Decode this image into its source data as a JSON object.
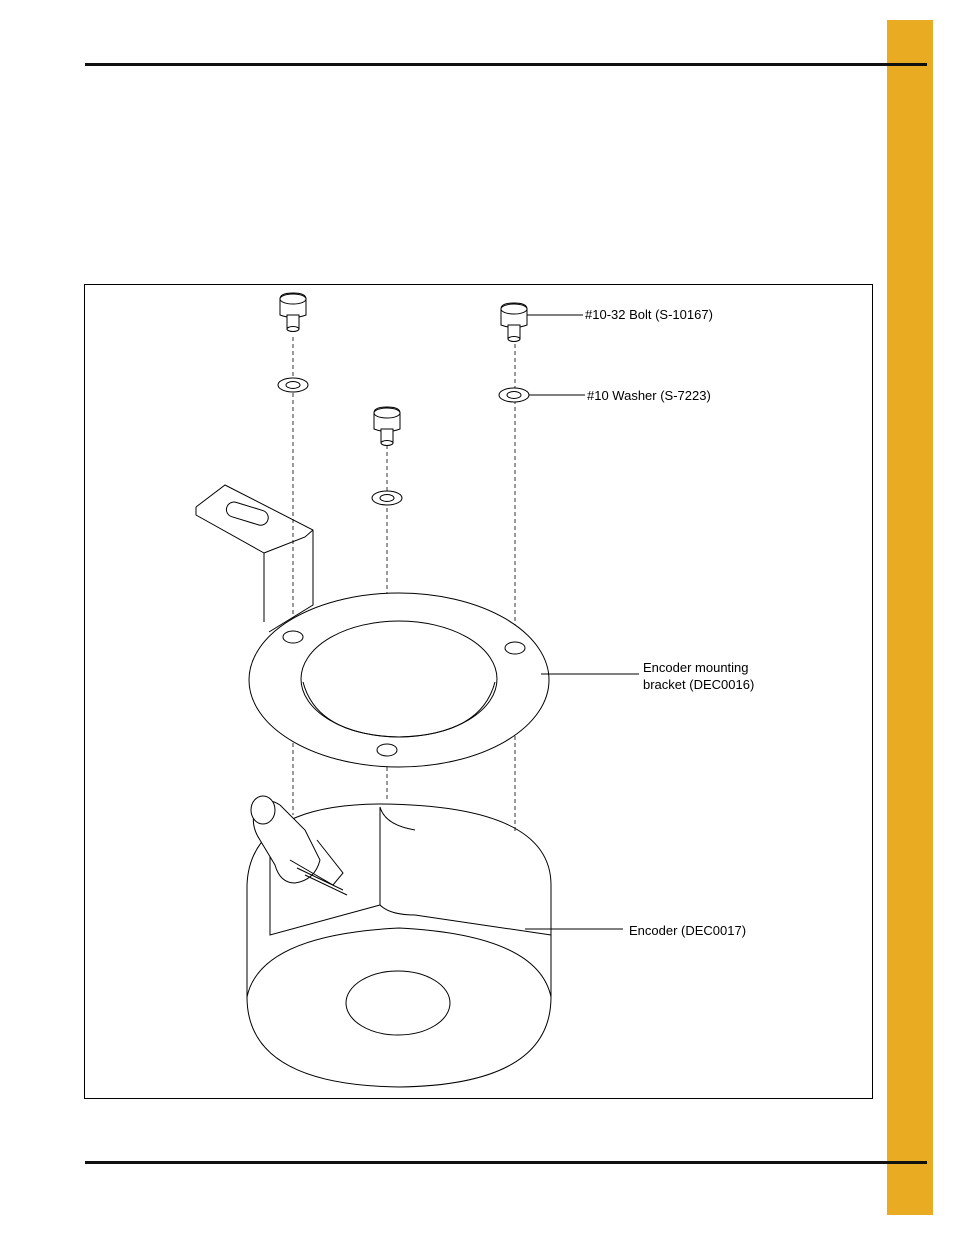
{
  "figure": {
    "callouts": {
      "bolt": "#10-32 Bolt (S-10167)",
      "washer": "#10 Washer (S-7223)",
      "bracket_line1": "Encoder mounting",
      "bracket_line2": "bracket (DEC0016)",
      "encoder": "Encoder (DEC0017)"
    }
  },
  "colors": {
    "side_tab": "#e8ab22",
    "rules": "#111111"
  }
}
